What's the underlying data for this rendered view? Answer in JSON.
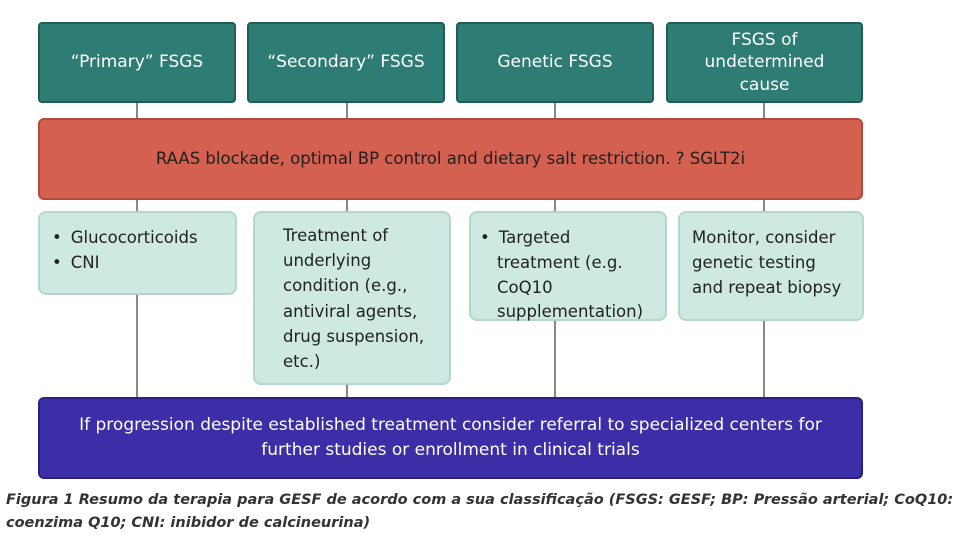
{
  "classifications": [
    {
      "label": "“Primary” FSGS"
    },
    {
      "label": "“Secondary” FSGS"
    },
    {
      "label": "Genetic FSGS"
    },
    {
      "label": "FSGS of undetermined cause"
    }
  ],
  "general_treatment": "RAAS blockade, optimal BP control and dietary salt restriction. ? SGLT2i",
  "specific_treatments": {
    "primary": {
      "bullets": [
        "Glucocorticoids",
        "CNI"
      ]
    },
    "secondary": {
      "text": "Treatment of underlying condition (e.g., antiviral agents, drug suspension, etc.)"
    },
    "genetic": {
      "bullets": [
        "Targeted treatment (e.g. CoQ10 supplementation)"
      ]
    },
    "undetermined": {
      "text": "Monitor, consider genetic testing and repeat biopsy"
    }
  },
  "progression_note": "If progression despite established treatment consider referral to specialized centers for further studies or enrollment in clinical trials",
  "caption": "Figura 1 Resumo da terapia para GESF de acordo com a sua classificação (FSGS: GESF; BP: Pressão arterial; CoQ10: coenzima Q10; CNI: inibidor de calcineurina)",
  "colors": {
    "classification_fill": "#2e7d74",
    "general_fill": "#d4604f",
    "specific_fill": "#cde9e2",
    "progression_fill": "#3b2ea6",
    "connector": "#888888"
  }
}
